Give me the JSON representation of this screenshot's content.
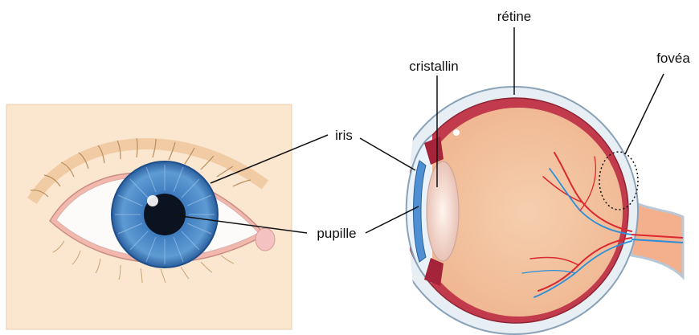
{
  "labels": {
    "retine": "rétine",
    "cristallin": "cristallin",
    "fovea": "fovéa",
    "iris": "iris",
    "pupille": "pupille"
  },
  "colors": {
    "panel_bg": "#fbe6cf",
    "iris_blue": "#3f7fc0",
    "sclera_flesh": "#f3c8a6",
    "retina_red": "#b7354a",
    "vessel_red": "#d9282f",
    "vessel_blue": "#2a8fd8"
  }
}
